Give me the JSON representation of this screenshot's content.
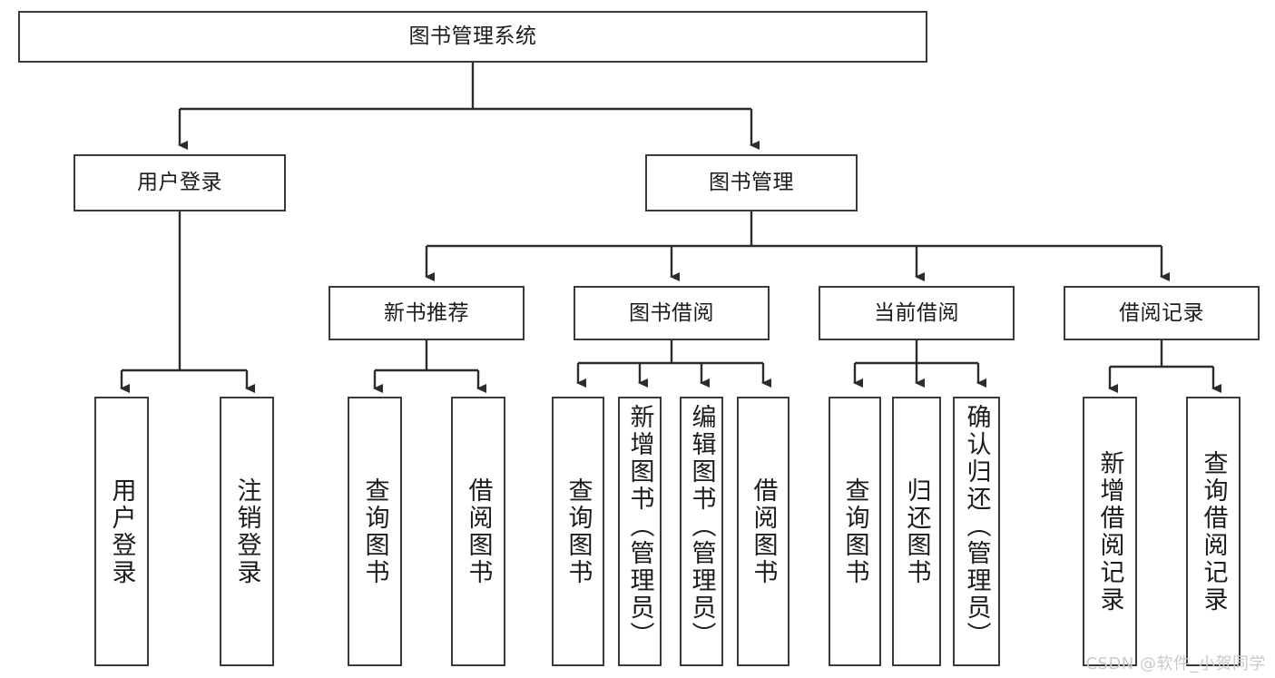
{
  "diagram": {
    "type": "tree",
    "title": "图书管理系统",
    "root": {
      "label": "图书管理系统"
    },
    "level1": [
      {
        "label": "用户登录"
      },
      {
        "label": "图书管理"
      }
    ],
    "level2": [
      {
        "label": "新书推荐"
      },
      {
        "label": "图书借阅"
      },
      {
        "label": "当前借阅"
      },
      {
        "label": "借阅记录"
      }
    ],
    "leaves": {
      "user_login": [
        {
          "label": "用户登录"
        },
        {
          "label": "注销登录"
        }
      ],
      "new_book_recommend": [
        {
          "label": "查询图书"
        },
        {
          "label": "借阅图书"
        }
      ],
      "book_borrow": [
        {
          "label": "查询图书"
        },
        {
          "label": "新增图书（管理员）"
        },
        {
          "label": "编辑图书（管理员）"
        },
        {
          "label": "借阅图书"
        }
      ],
      "current_borrow": [
        {
          "label": "查询图书"
        },
        {
          "label": "归还图书"
        },
        {
          "label": "确认归还（管理员）"
        }
      ],
      "borrow_record": [
        {
          "label": "新增借阅记录"
        },
        {
          "label": "查询借阅记录"
        }
      ]
    }
  },
  "watermark": {
    "text": "CSDN @软件_小贺同学"
  },
  "colors": {
    "box_border": "#3a3a3a",
    "background": "#ffffff",
    "text": "#1b1b1b",
    "watermark": "#c9c9c9"
  }
}
